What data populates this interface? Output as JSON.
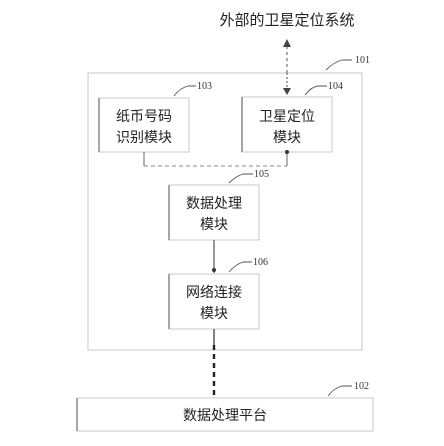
{
  "diagram": {
    "external_system": "外部的卫星定位系统"
  },
  "modules": {
    "m103": {
      "line1": "纸币号码",
      "line2": "识别模块"
    },
    "m104": {
      "line1": "卫星定位",
      "line2": "模块"
    },
    "m105": {
      "line1": "数据处理",
      "line2": "模块"
    },
    "m106": {
      "line1": "网络连接",
      "line2": "模块"
    },
    "m102": {
      "line1": "数据处理平台"
    }
  },
  "refs": {
    "r101": "101",
    "r102": "102",
    "r103": "103",
    "r104": "104",
    "r105": "105",
    "r106": "106"
  }
}
